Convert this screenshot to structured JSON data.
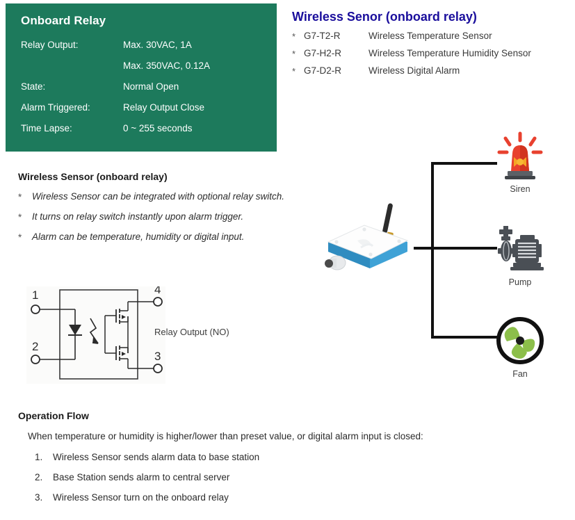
{
  "relay_panel": {
    "title": "Onboard Relay",
    "bg_color": "#1d7a5c",
    "specs": [
      {
        "label": "Relay Output:",
        "value": "Max. 30VAC, 1A"
      },
      {
        "label": "",
        "value": "Max. 350VAC, 0.12A"
      },
      {
        "label": "State:",
        "value": "Normal Open"
      },
      {
        "label": "Alarm Triggered:",
        "value": "Relay Output Close"
      },
      {
        "label": "Time Lapse:",
        "value": "0 ~ 255 seconds"
      }
    ]
  },
  "sensor_models": {
    "heading": "Wireless Senor (onboard relay)",
    "heading_color": "#1a0e9c",
    "bullet": "*",
    "items": [
      {
        "code": "G7-T2-R",
        "desc": "Wireless Temperature Sensor"
      },
      {
        "code": "G7-H2-R",
        "desc": "Wireless Temperature Humidity Sensor"
      },
      {
        "code": "G7-D2-R",
        "desc": "Wireless Digital Alarm"
      }
    ]
  },
  "features": {
    "heading": "Wireless Sensor (onboard relay)",
    "bullet": "*",
    "items": [
      "Wireless Sensor can be integrated with optional relay switch.",
      "It turns on relay switch instantly upon alarm trigger.",
      "Alarm can be temperature, humidity or digital input."
    ]
  },
  "schematic": {
    "pins": {
      "p1": "1",
      "p2": "2",
      "p3": "3",
      "p4": "4"
    },
    "output_label": "Relay Output (NO)"
  },
  "devices": [
    {
      "id": "siren",
      "label": "Siren",
      "color": "#e8412f"
    },
    {
      "id": "pump",
      "label": "Pump",
      "color": "#4a4f55"
    },
    {
      "id": "fan",
      "label": "Fan",
      "color": "#8cbf4a"
    }
  ],
  "operation_flow": {
    "heading": "Operation Flow",
    "intro": "When temperature or  humidity is higher/lower than preset value, or digital alarm input is closed:",
    "steps": [
      {
        "num": "1.",
        "text": "Wireless Sensor sends alarm data to base station"
      },
      {
        "num": "2.",
        "text": "Base Station sends alarm to central server"
      },
      {
        "num": "3.",
        "text": "Wireless Sensor turn on the onboard relay"
      }
    ]
  }
}
